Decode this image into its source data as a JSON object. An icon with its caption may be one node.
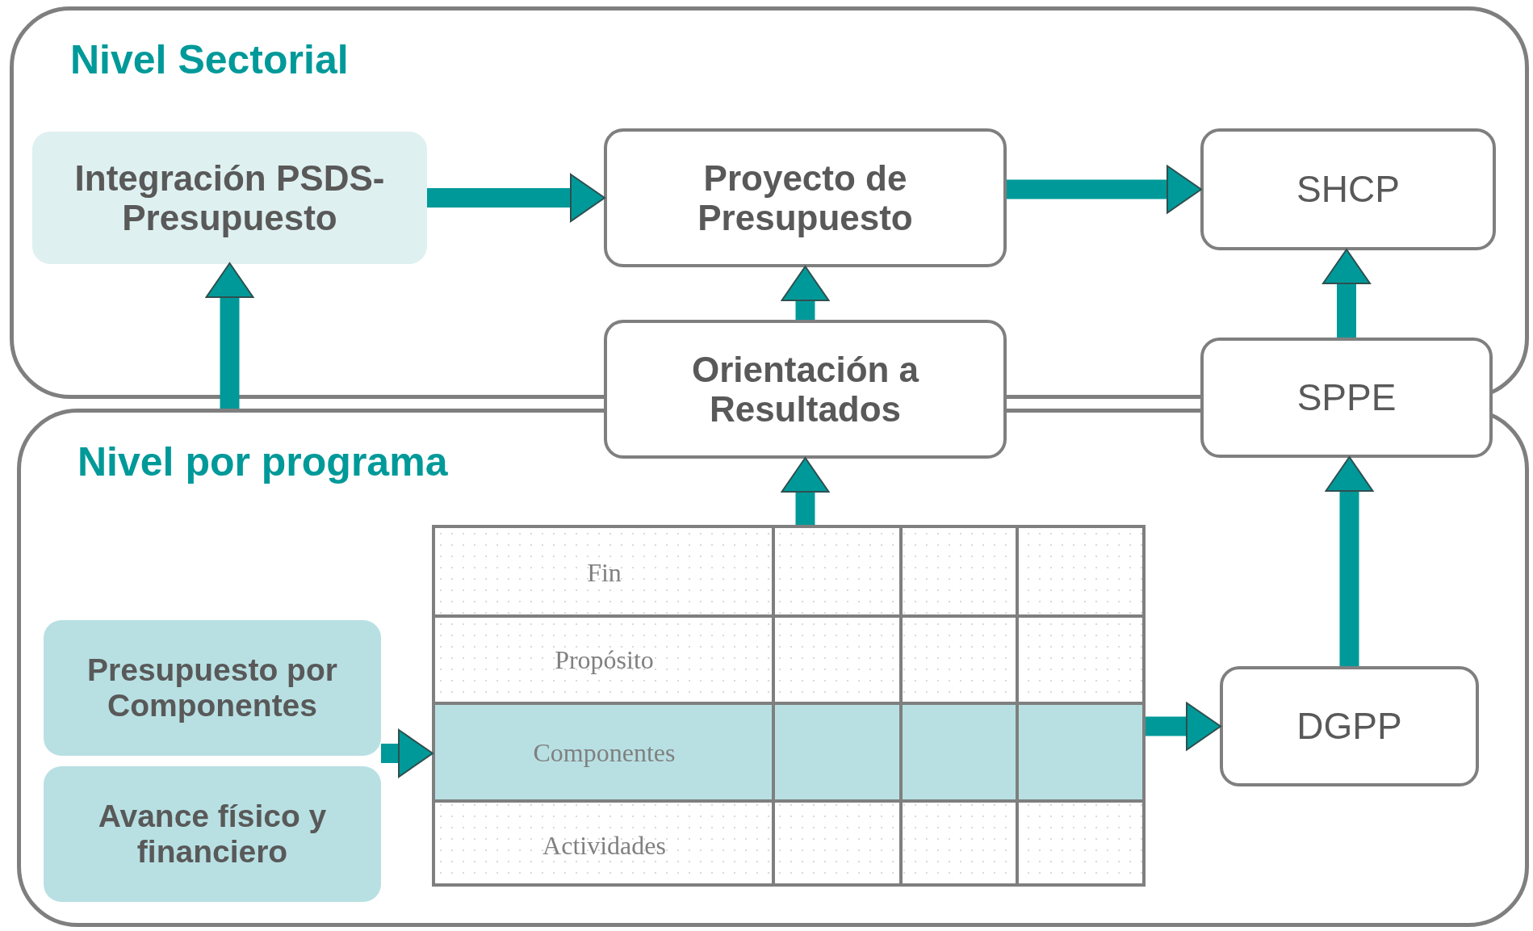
{
  "diagram": {
    "nodes": [
      {
        "text": [
          "Nivel Sectorial"
        ]
      },
      {
        "text": [
          "Integración PSDS-Presupuesto"
        ],
        "in": 0
      },
      {
        "text": [
          "Proyecto de Presupuesto"
        ],
        "in": 0
      },
      {
        "text": [
          "SHCP"
        ],
        "in": 0
      },
      {
        "text": [
          "Orientación a Resultados"
        ]
      },
      {
        "text": [
          "SPPE"
        ]
      },
      {
        "text": [
          "Nivel por programa"
        ]
      },
      {
        "text": [
          "Presupuesto por Componentes"
        ],
        "in": 6
      },
      {
        "text": [
          "Avance físico y financiero"
        ],
        "in": 6
      },
      {
        "text": [
          "Fin",
          "Propósito",
          "Componentes",
          "Actividades"
        ],
        "in": 6
      },
      {
        "text": [
          "DGPP"
        ],
        "in": 6
      }
    ],
    "edges": [
      {
        "from": 1,
        "to": 2,
        "arrow": "to"
      },
      {
        "from": 2,
        "to": 3,
        "arrow": "to"
      },
      {
        "from": 4,
        "to": 2,
        "arrow": "to"
      },
      {
        "from": 5,
        "to": 3,
        "arrow": "to"
      },
      {
        "from": 6,
        "to": 1,
        "arrow": "to"
      },
      {
        "from": 9,
        "to": 4,
        "arrow": "to"
      },
      {
        "from": 7,
        "to": 9,
        "arrow": "to"
      },
      {
        "from": 8,
        "to": 9,
        "arrow": "to"
      },
      {
        "from": 9,
        "to": 10,
        "arrow": "to"
      },
      {
        "from": 10,
        "to": 5,
        "arrow": "to"
      }
    ]
  }
}
